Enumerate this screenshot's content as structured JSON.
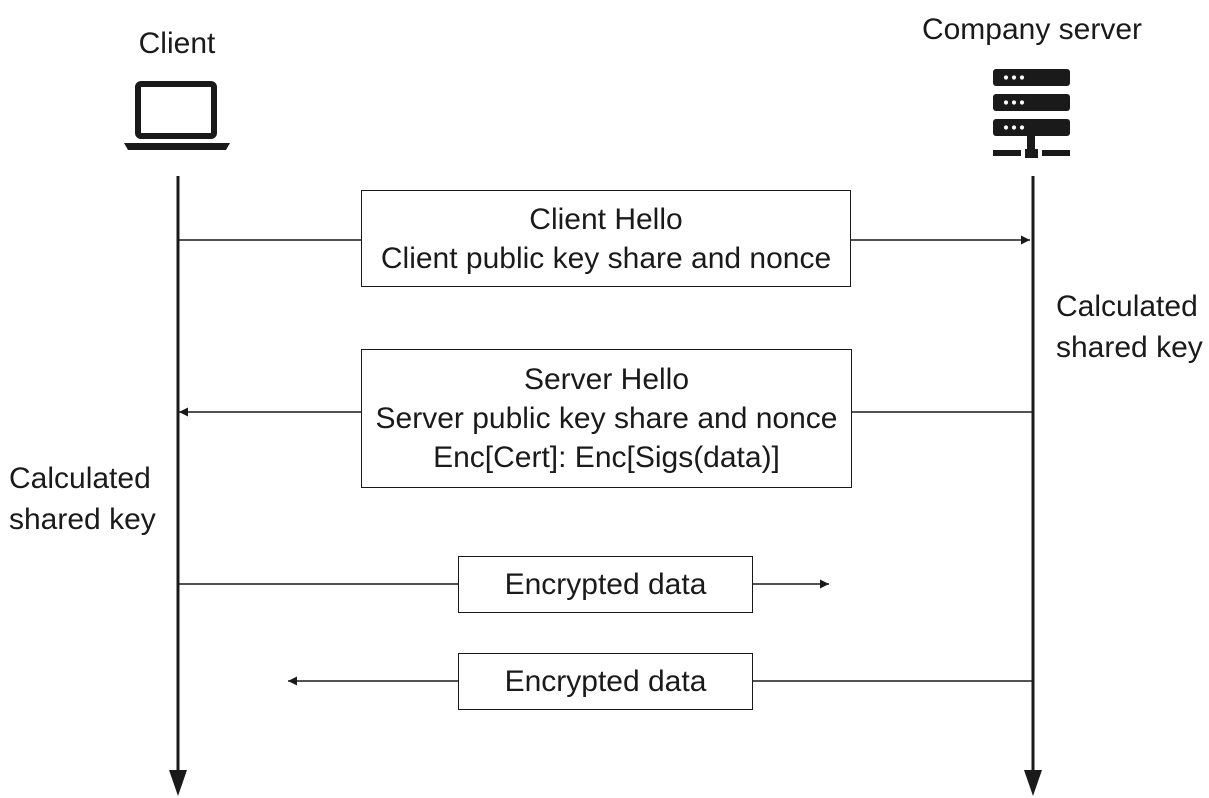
{
  "actors": {
    "client": {
      "label": "Client",
      "icon": "laptop-icon"
    },
    "server": {
      "label": "Company server",
      "icon": "server-icon"
    }
  },
  "notes": {
    "server_key": [
      "Calculated",
      "shared key"
    ],
    "client_key": [
      "Calculated",
      "shared key"
    ]
  },
  "messages": [
    {
      "direction": "client-to-server",
      "lines": [
        "Client Hello",
        "Client public key share and nonce"
      ]
    },
    {
      "direction": "server-to-client",
      "lines": [
        "Server Hello",
        "Server public key share and nonce",
        "Enc[Cert]: Enc[Sigs(data)]"
      ]
    },
    {
      "direction": "client-to-server",
      "lines": [
        "Encrypted data"
      ]
    },
    {
      "direction": "server-to-client",
      "lines": [
        "Encrypted data"
      ]
    }
  ],
  "colors": {
    "ink": "#1a1a1a",
    "background": "#ffffff"
  }
}
